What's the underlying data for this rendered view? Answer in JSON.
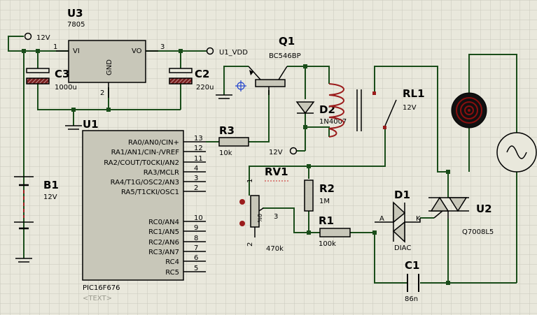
{
  "colors": {
    "background": "#e9e8dc",
    "grid": "#c9c9bd",
    "wire": "#1a4d1a",
    "body": "#c8c7b9",
    "capacitor_fill": "#7a2020",
    "terminal": "#9b1c1c"
  },
  "u3": {
    "ref": "U3",
    "value": "7805",
    "vi": "VI",
    "vo": "VO",
    "gnd": "GND",
    "pin1": "1",
    "pin2": "2",
    "pin3": "3"
  },
  "supply_in": {
    "label": "12V"
  },
  "vdd": {
    "label": "U1_VDD"
  },
  "c3": {
    "ref": "C3",
    "value": "1000u"
  },
  "c2": {
    "ref": "C2",
    "value": "220u"
  },
  "q1": {
    "ref": "Q1",
    "value": "BC546BP"
  },
  "u1": {
    "ref": "U1",
    "part": "PIC16F676",
    "text_placeholder": "<TEXT>",
    "pins": [
      {
        "name": "RA0/AN0/CIN+",
        "num": "13"
      },
      {
        "name": "RA1/AN1/CIN-/VREF",
        "num": "12"
      },
      {
        "name": "RA2/COUT/T0CKI/AN2",
        "num": "11"
      },
      {
        "name": "RA3/MCLR",
        "num": "4"
      },
      {
        "name": "RA4/T1G/OSC2/AN3",
        "num": "3"
      },
      {
        "name": "RA5/T1CKI/OSC1",
        "num": "2"
      },
      {
        "name": "RC0/AN4",
        "num": "10"
      },
      {
        "name": "RC1/AN5",
        "num": "9"
      },
      {
        "name": "RC2/AN6",
        "num": "8"
      },
      {
        "name": "RC3/AN7",
        "num": "7"
      },
      {
        "name": "RC4",
        "num": "6"
      },
      {
        "name": "RC5",
        "num": "5"
      }
    ]
  },
  "r3": {
    "ref": "R3",
    "value": "10k"
  },
  "relay_supply": {
    "label": "12V"
  },
  "d2": {
    "ref": "D2",
    "value": "1N4007"
  },
  "rl1": {
    "ref": "RL1",
    "value": "12V"
  },
  "b1": {
    "ref": "B1",
    "value": "12V"
  },
  "rv1": {
    "ref": "RV1",
    "value": "470k",
    "pin1": "1",
    "pin2": "2",
    "pin3": "3",
    "body_text": "0%"
  },
  "r2": {
    "ref": "R2",
    "value": "1M"
  },
  "r1": {
    "ref": "R1",
    "value": "100k"
  },
  "d1": {
    "ref": "D1",
    "value": "DIAC",
    "pin_a": "A",
    "pin_k": "K"
  },
  "u2": {
    "ref": "U2",
    "value": "Q7008L5"
  },
  "c1": {
    "ref": "C1",
    "value": "86n"
  },
  "motor": {
    "icon": "motor-icon"
  },
  "ac_source": {
    "icon": "ac-source-icon"
  }
}
